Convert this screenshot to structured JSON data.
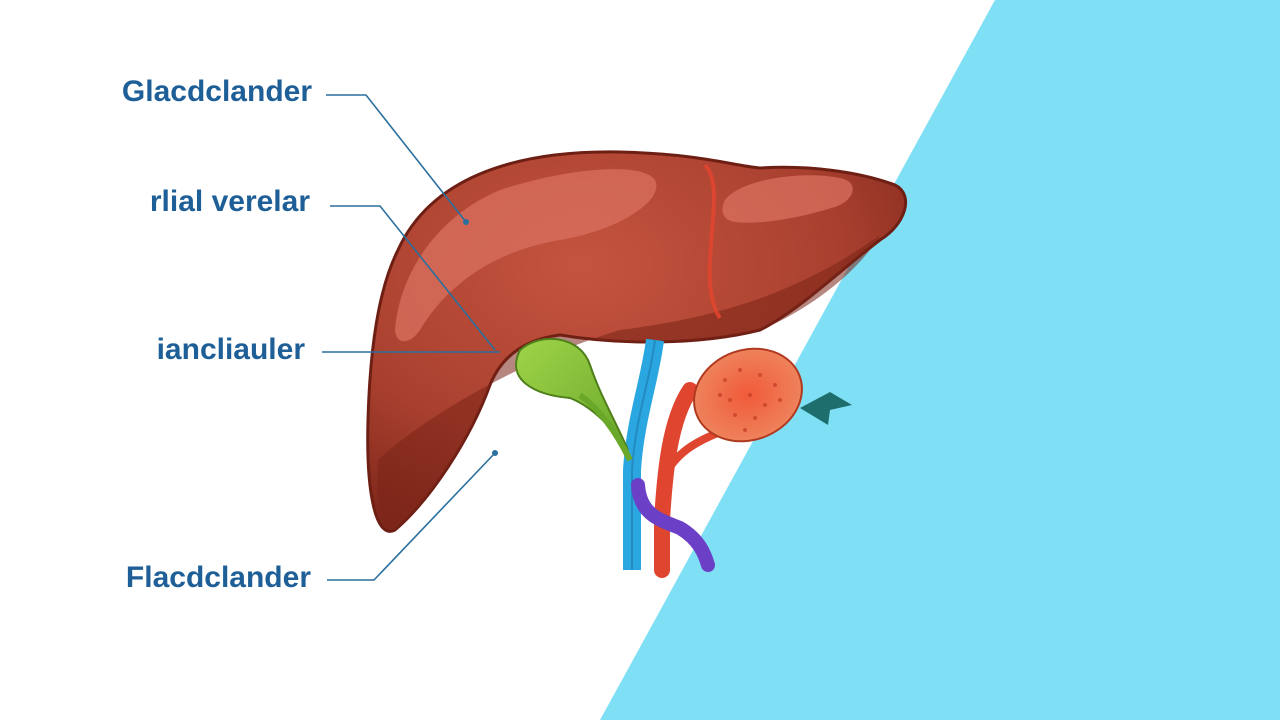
{
  "diagram": {
    "labels": [
      "Glacdclander",
      "rlial verelar",
      "iancliauler",
      "Flacdclander"
    ]
  },
  "colors": {
    "background": "#ffffff",
    "accent_panel": "#7fe0f5",
    "liver": "#a9402f",
    "liver_shadow": "#7a2418",
    "liver_highlight": "#d9705f",
    "gallbladder": "#8cc63f",
    "vein_blue": "#2aa7e0",
    "artery_red": "#e0452f",
    "vein_purple": "#6b3fc6",
    "spleen": "#e9704c",
    "label_text": "#1f5f97",
    "arrow": "#1f6e6e"
  },
  "icons": {
    "pointer": "arrowhead-icon"
  }
}
